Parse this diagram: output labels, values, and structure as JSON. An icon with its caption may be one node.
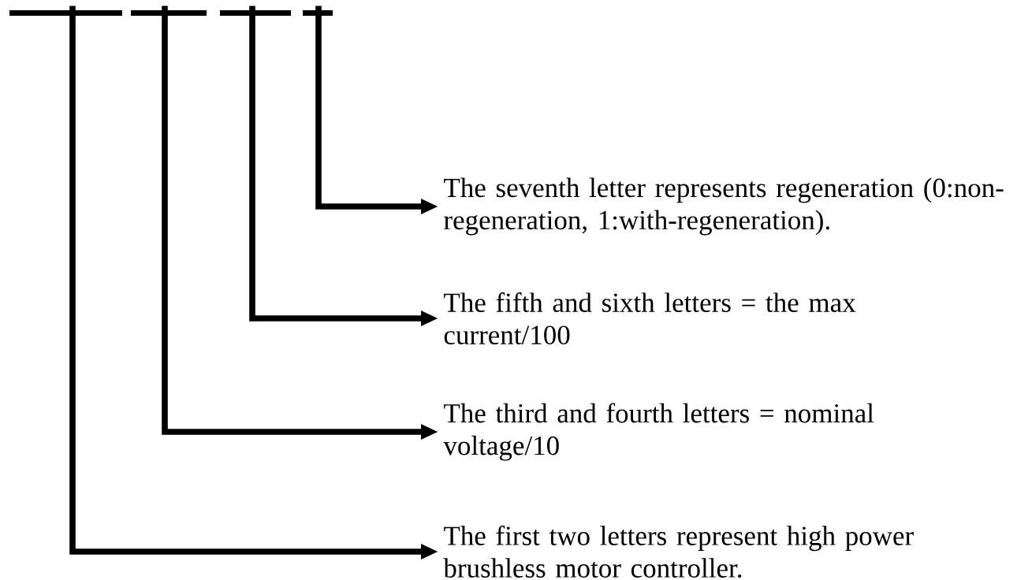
{
  "diagram": {
    "nodes": [
      {
        "text": [],
        "shape": "bar"
      },
      {
        "text": [],
        "shape": "bar"
      },
      {
        "text": [],
        "shape": "bar"
      },
      {
        "text": [],
        "shape": "bar"
      },
      {
        "text": [
          "The seventh letter represents regeneration (0:non-regeneration, 1:with-regeneration)."
        ]
      },
      {
        "text": [
          "The fifth and sixth letters = the max current/100"
        ]
      },
      {
        "text": [
          "The third and fourth letters = nominal voltage/10"
        ]
      },
      {
        "text": [
          "The first two letters represent high power brushless motor controller."
        ]
      }
    ],
    "edges": [
      {
        "from": 3,
        "to": 4,
        "arrow": "to"
      },
      {
        "from": 2,
        "to": 5,
        "arrow": "to"
      },
      {
        "from": 1,
        "to": 6,
        "arrow": "to"
      },
      {
        "from": 0,
        "to": 7,
        "arrow": "to"
      }
    ]
  }
}
